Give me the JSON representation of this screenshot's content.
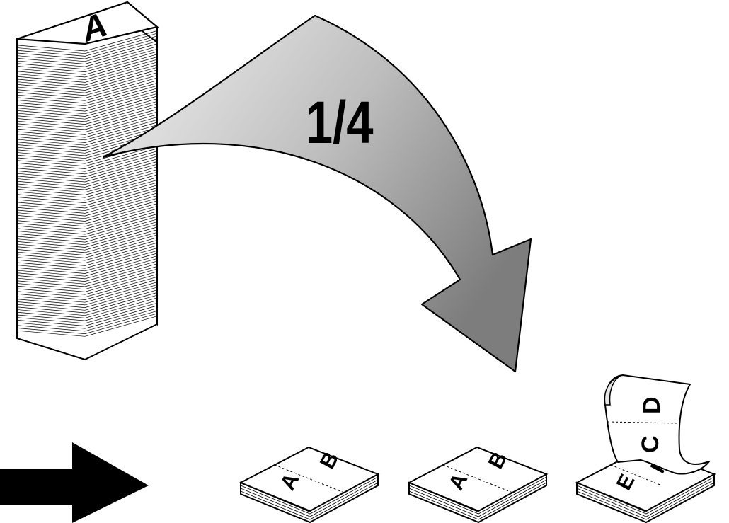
{
  "diagram": {
    "source_stack": {
      "top_letter": "A"
    },
    "fraction_label": "1/4",
    "colors": {
      "stroke": "#000000",
      "page": "#ffffff",
      "arrow_light": "#f2f2f2",
      "arrow_mid": "#b5b5b5",
      "arrow_dark": "#7a7a7a",
      "right_arrow": "#000000"
    },
    "output_stacks": [
      {
        "left_letter": "A",
        "right_letter": "B"
      },
      {
        "left_letter": "A",
        "right_letter": "B"
      },
      {
        "left_letter": "E",
        "right_letter": "F",
        "lifted_letters": [
          "C",
          "D"
        ]
      }
    ]
  }
}
